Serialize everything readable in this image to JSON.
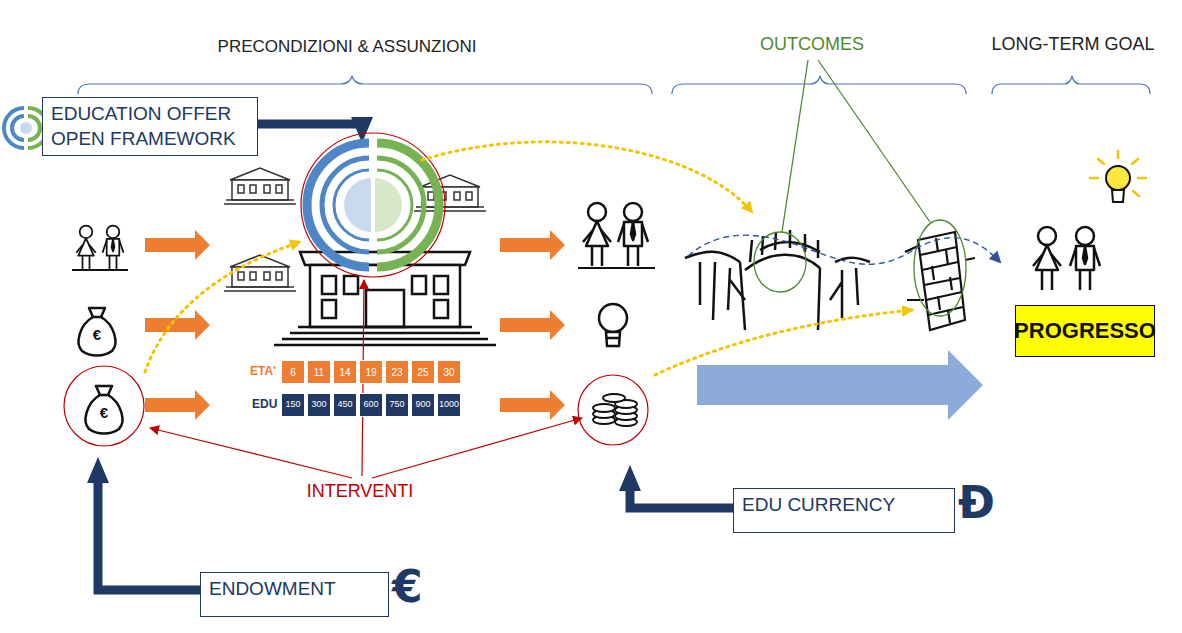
{
  "diagram": {
    "nodes": [
      {
        "text": [
          "EDUCATION OFFER OPEN FRAMEWORK"
        ]
      },
      {
        "text": [
          "PROGRESSO"
        ]
      },
      {
        "text": [
          "EDU CURRENCY",
          "Ð"
        ]
      },
      {
        "text": [
          "ENDOWMENT",
          "€"
        ]
      }
    ],
    "labels": [
      "PRECONDIZIONI & ASSUNZIONI",
      "OUTCOMES",
      "LONG-TERM GOAL",
      "€",
      "€",
      "ETA'",
      "6",
      "11",
      "14",
      "19",
      "23",
      "25",
      "30",
      "EDU",
      "150",
      "300",
      "450",
      "600",
      "750",
      "900",
      "1000",
      "INTERVENTI"
    ]
  }
}
